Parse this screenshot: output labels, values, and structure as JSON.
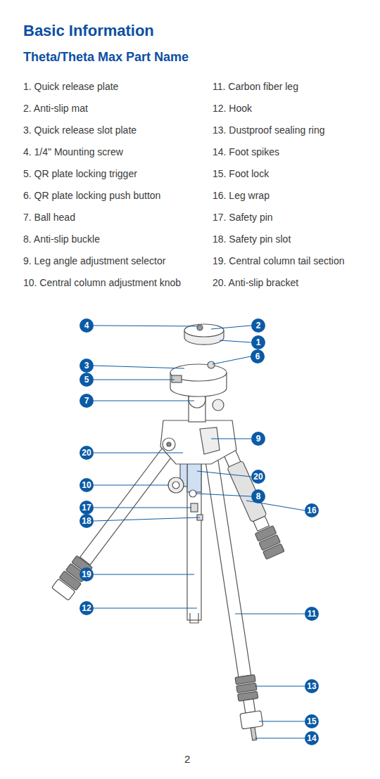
{
  "diagram": {
    "title": "Basic Information",
    "nodes": [
      {
        "text": [
          "4"
        ]
      },
      {
        "text": [
          "2"
        ]
      },
      {
        "text": [
          "1"
        ]
      },
      {
        "text": [
          "6"
        ]
      },
      {
        "text": [
          "3"
        ]
      },
      {
        "text": [
          "5"
        ]
      },
      {
        "text": [
          "7"
        ]
      },
      {
        "text": [
          "9"
        ]
      },
      {
        "text": [
          "20"
        ]
      },
      {
        "text": [
          "20"
        ]
      },
      {
        "text": [
          "10"
        ]
      },
      {
        "text": [
          "8"
        ]
      },
      {
        "text": [
          "17"
        ]
      },
      {
        "text": [
          "16"
        ]
      },
      {
        "text": [
          "18"
        ]
      },
      {
        "text": [
          "19"
        ]
      },
      {
        "text": [
          "12"
        ]
      },
      {
        "text": [
          "11"
        ]
      },
      {
        "text": [
          "13"
        ]
      },
      {
        "text": [
          "15"
        ]
      },
      {
        "text": [
          "14"
        ]
      }
    ],
    "labels": [
      "Theta/Theta Max Part Name",
      "1. Quick release plate",
      "2. Anti-slip mat",
      "3. Quick release slot plate",
      "4. 1/4\" Mounting screw",
      "5. QR plate locking trigger",
      "6. QR plate locking push button",
      "7. Ball head",
      "8. Anti-slip buckle",
      "9. Leg angle adjustment selector",
      "10. Central column adjustment knob",
      "11. Carbon fiber leg",
      "12. Hook",
      "13. Dustproof sealing ring",
      "14. Foot spikes",
      "15. Foot lock",
      "16. Leg wrap",
      "17. Safety pin",
      "18. Safety pin slot",
      "19. Central column tail section",
      "20. Anti-slip bracket",
      "2"
    ]
  }
}
